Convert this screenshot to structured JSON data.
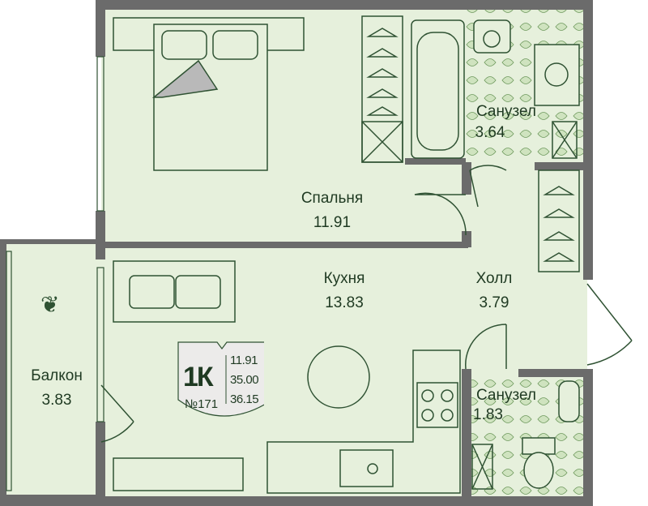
{
  "colors": {
    "floor": "#e6f0dc",
    "wall": "#6b6b6b",
    "line": "#2f5233",
    "tile": "#cfe3bf"
  },
  "rooms": [
    {
      "name": "Спальня",
      "area": "11.91"
    },
    {
      "name": "Санузел",
      "area": "3.64"
    },
    {
      "name": "Кухня",
      "area": "13.83"
    },
    {
      "name": "Холл",
      "area": "3.79"
    },
    {
      "name": "Санузел",
      "area": "1.83"
    },
    {
      "name": "Балкон",
      "area": "3.83"
    }
  ],
  "badge": {
    "type": "1К",
    "number": "№171",
    "living_area": "11.91",
    "total_area": "35.00",
    "total_with_balcony": "36.15"
  }
}
